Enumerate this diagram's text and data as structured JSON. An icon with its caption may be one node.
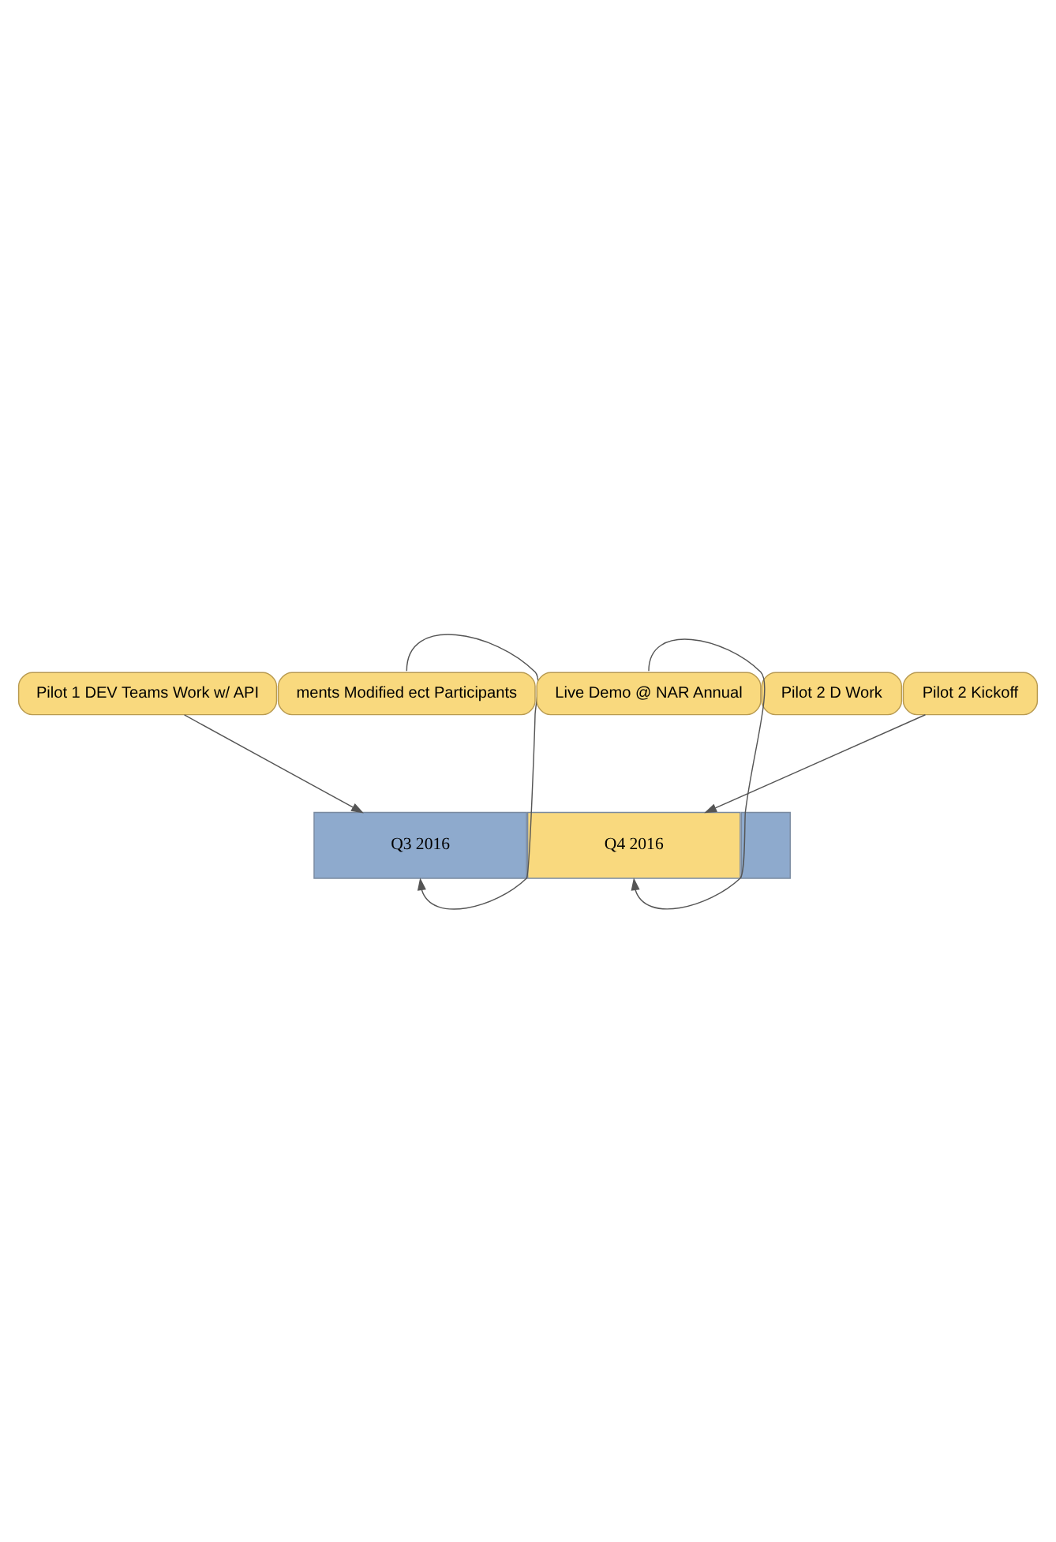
{
  "diagram": {
    "nodes": [
      {
        "text": [
          "Pilot 1 DEV Teams Work w/ API"
        ]
      },
      {
        "text": [
          "Pilot 2 Kickoff"
        ]
      },
      {
        "text": [
          "Q3 2016"
        ]
      },
      {
        "text": [
          "Q4 2016"
        ]
      },
      {
        "text": [],
        "shape": "bar"
      },
      {
        "text": [
          "Pilot 2 D Work"
        ]
      },
      {
        "text": [
          "ments Modified ect Participants"
        ]
      },
      {
        "text": [
          "Live Demo @ NAR Annual"
        ]
      }
    ],
    "edges": [
      {
        "from": 0,
        "to": 2,
        "arrow": "to"
      },
      {
        "from": 1,
        "to": 3,
        "arrow": "to"
      },
      {
        "from": 6,
        "to": 2,
        "arrow": "to"
      },
      {
        "from": 7,
        "to": 3,
        "arrow": "to"
      }
    ]
  }
}
